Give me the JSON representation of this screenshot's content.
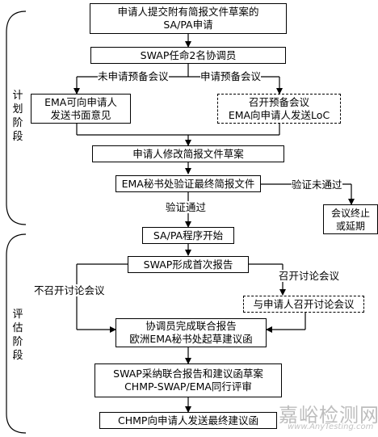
{
  "phases": {
    "plan": "计\n划\n阶\n段",
    "eval": "评\n估\n阶\n段"
  },
  "boxes": {
    "b1_l1": "申请人提交附有简报文件草案的",
    "b1_l2": "SA/PA申请",
    "b2": "SWAP任命2名协调员",
    "b3_l1": "EMA可向申请人",
    "b3_l2": "发送书面意见",
    "b4_l1": "召开预备会议",
    "b4_l2": "EMA向申请人发送LoC",
    "b5": "申请人修改简报文件草案",
    "b6": "EMA秘书处验证最终简报文件",
    "b7_l1": "会议终止",
    "b7_l2": "或延期",
    "b8": "SA/PA程序开始",
    "b9": "SWAP形成首次报告",
    "b10": "与申请人召开讨论会议",
    "b11_l1": "协调员完成联合报告",
    "b11_l2": "欧洲EMA秘书处起草建议函",
    "b12_l1": "SWAP采纳联合报告和建议函草案",
    "b12_l2": "CHMP-SWAP/EMA同行评审",
    "b13": "CHMP向申请人发送最终建议函"
  },
  "labels": {
    "no_premeeting": "未申请预备会议",
    "premeeting": "申请预备会议",
    "verify_fail": "验证未通过",
    "verify_pass": "验证通过",
    "no_discussion": "不召开讨论会议",
    "discussion": "召开讨论会议"
  },
  "watermark": {
    "cn": "嘉峪检测网",
    "en": "www.AnyTesting.com"
  },
  "colors": {
    "line": "#000000",
    "watermark": "#b8b8b8"
  }
}
